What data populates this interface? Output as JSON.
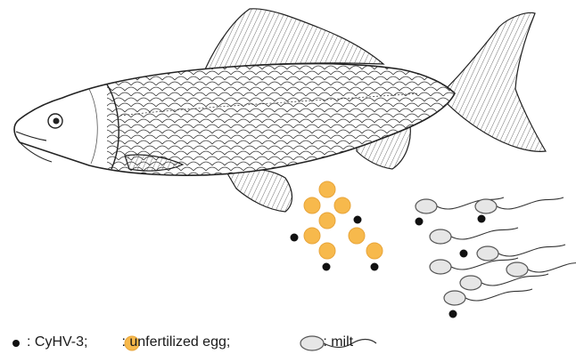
{
  "legend": {
    "virus_label": ": CyHV-3;",
    "egg_label": ": unfertilized egg;",
    "milt_label": ": milt"
  },
  "colors": {
    "egg_fill": "#F7B94C",
    "egg_stroke": "#E8A53A",
    "virus": "#111111",
    "sperm_fill": "#E6E6E6",
    "sperm_stroke": "#555555",
    "fish_outline": "#222222"
  },
  "icons": {
    "fish": "carp-fish-drawing",
    "virus": "black-dot",
    "egg": "orange-circle",
    "milt": "sperm-cell"
  }
}
